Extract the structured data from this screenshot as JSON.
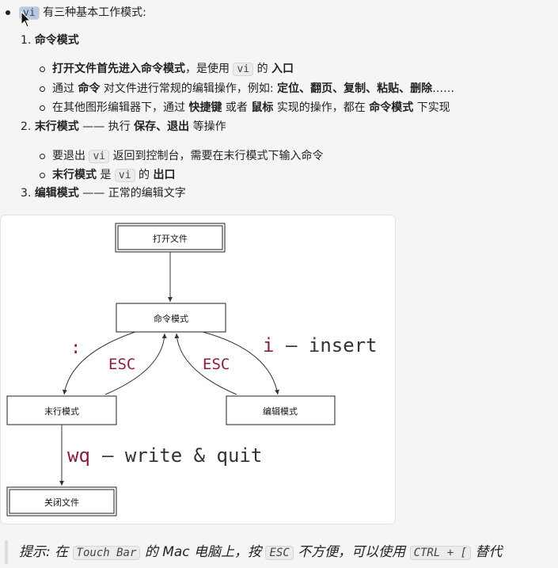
{
  "intro": {
    "code": "vi",
    "text": "有三种基本工作模式:"
  },
  "modes": [
    {
      "num": "1.",
      "title": "命令模式",
      "subs": [
        {
          "b1": "打开文件首先进入命令模式",
          "t1": "，是使用",
          "code": "vi",
          "t2": "的",
          "b2": "入口"
        },
        {
          "t1": "通过",
          "b1": "命令",
          "t2": "对文件进行常规的编辑操作，例如:",
          "b2": "定位、翻页、复制、粘贴、删除",
          "t3": "……"
        },
        {
          "t1": "在其他图形编辑器下，通过",
          "b1": "快捷键",
          "t2": "或者",
          "b2": "鼠标",
          "t3": "实现的操作，都在",
          "b3": "命令模式",
          "t4": "下实现"
        }
      ]
    },
    {
      "num": "2.",
      "title": "末行模式",
      "dash": "——",
      "t1": "执行",
      "b1": "保存、退出",
      "t2": "等操作",
      "subs": [
        {
          "t1": "要退出",
          "code": "vi",
          "t2": "返回到控制台，需要在末行模式下输入命令"
        },
        {
          "b1": "末行模式",
          "t1": "是",
          "code": "vi",
          "t2": "的",
          "b2": "出口"
        }
      ]
    },
    {
      "num": "3.",
      "title": "编辑模式",
      "dash": "——",
      "t1": "正常的编辑文字"
    }
  ],
  "diagram": {
    "nodes": {
      "open": "打开文件",
      "command": "命令模式",
      "lastline": "末行模式",
      "edit": "编辑模式",
      "close": "关闭文件"
    },
    "labels": {
      "colon": ":",
      "esc_left": "ESC",
      "esc_right": "ESC",
      "i_key": "i",
      "i_text": "– insert",
      "wq_key": "wq",
      "wq_text": "– write & quit"
    },
    "colors": {
      "key": "#8b1e3f",
      "text": "#333333"
    }
  },
  "tip": {
    "t1": "提示: 在",
    "code1": "Touch Bar",
    "t2": "的 Mac 电脑上，按",
    "code2": "ESC",
    "t3": "不方便，可以使用",
    "code3": "CTRL + [",
    "t4": "替代"
  }
}
